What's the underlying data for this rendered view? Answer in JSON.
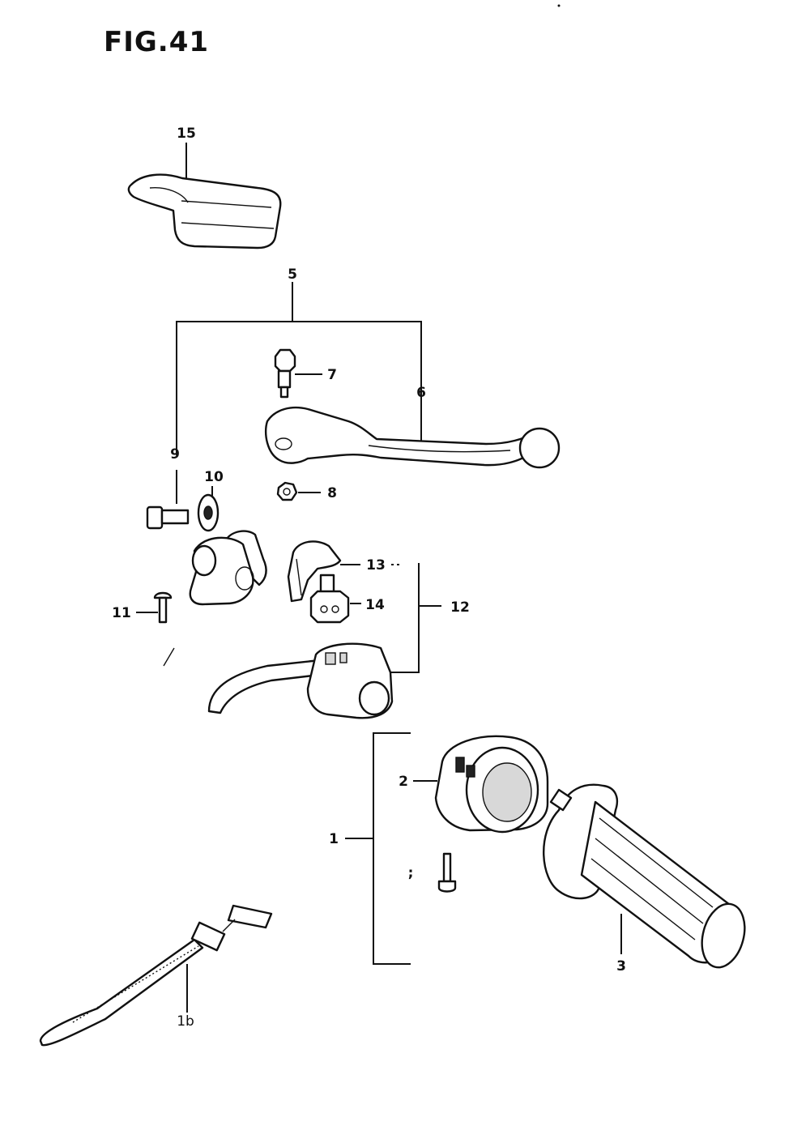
{
  "figure_title": "FIG.41",
  "callouts": {
    "p1": "1",
    "p2": "2",
    "p3": "3",
    "p4": ";",
    "p5": "5",
    "p6": "6",
    "p7": "7",
    "p8": "8",
    "p9": "9",
    "p10": "10",
    "p11": "11",
    "p12": "12",
    "p13": "13",
    "p14": "14",
    "p15": "15",
    "p16": "1b"
  }
}
